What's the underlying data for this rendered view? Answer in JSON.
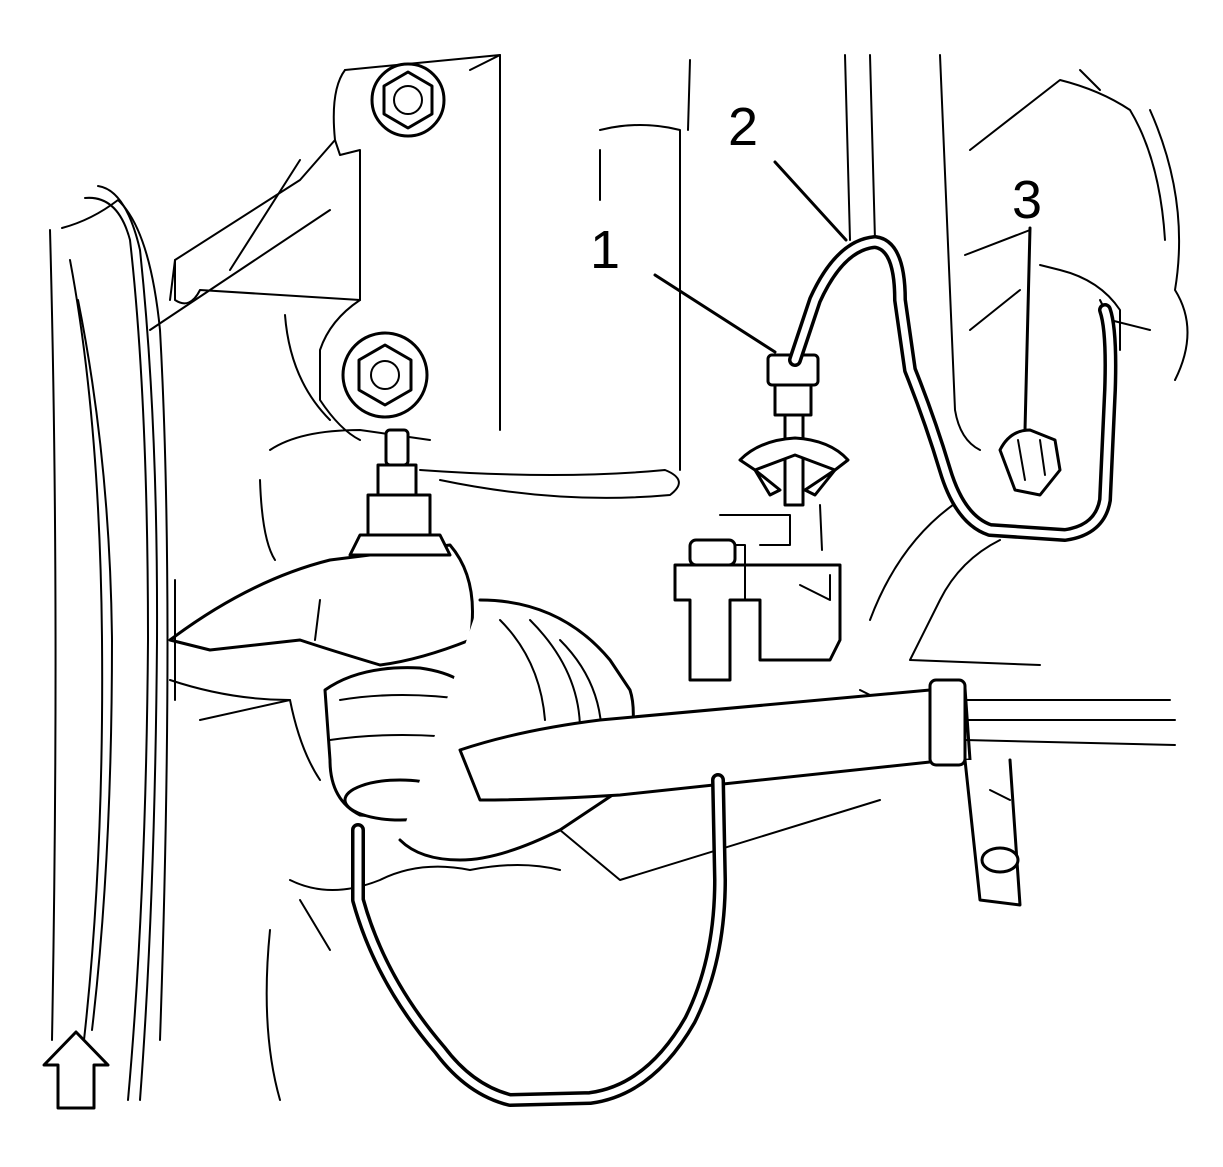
{
  "callouts": [
    {
      "label": "1"
    },
    {
      "label": "2"
    },
    {
      "label": "3"
    }
  ],
  "view_arrow": {
    "icon": "front-direction-arrow-icon"
  }
}
